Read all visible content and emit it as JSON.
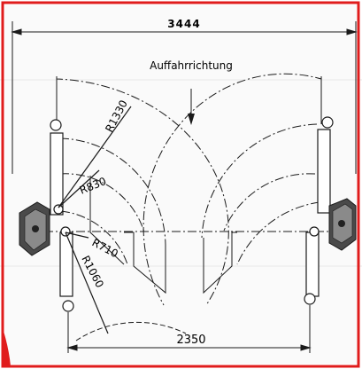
{
  "drawing": {
    "direction_label": "Auffahrrichtung",
    "dim_width_top": "3444",
    "dim_width_bottom": "2350",
    "radius_labels": [
      "R1330",
      "R830",
      "R710",
      "R1060"
    ],
    "frame_color": "#e01c1c",
    "line_color": "#1a1a1a"
  }
}
